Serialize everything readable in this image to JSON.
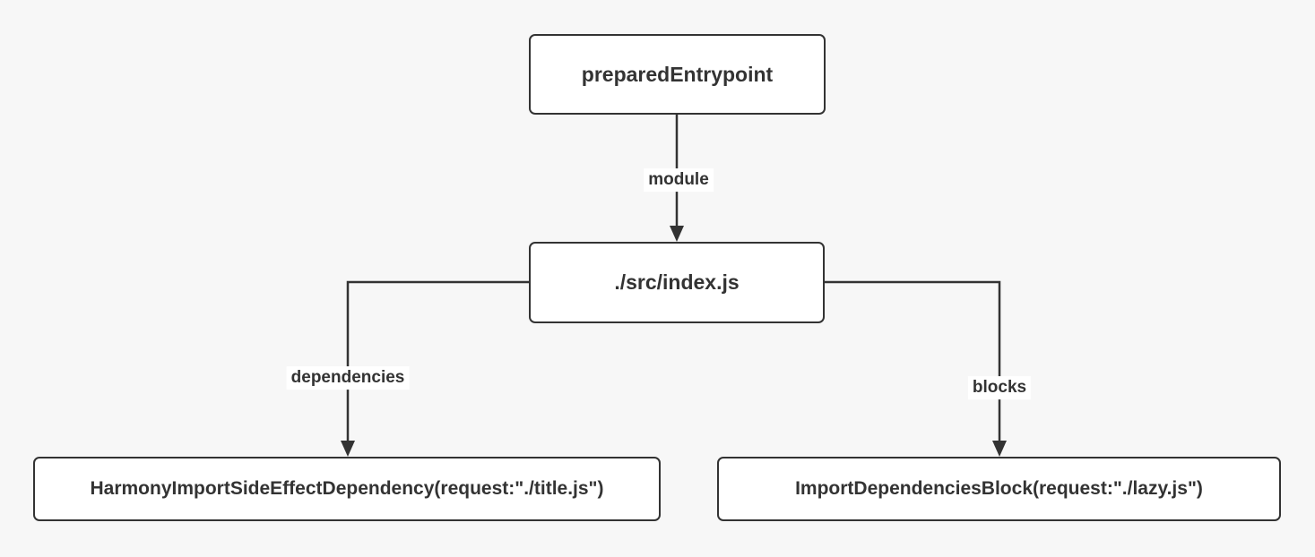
{
  "diagram": {
    "nodes": [
      {
        "id": "preparedEntrypoint",
        "label": "preparedEntrypoint"
      },
      {
        "id": "srcIndex",
        "label": "./src/index.js"
      },
      {
        "id": "harmonyDependency",
        "label": "HarmonyImportSideEffectDependency(request:\"./title.js\")"
      },
      {
        "id": "importBlock",
        "label": "ImportDependenciesBlock(request:\"./lazy.js\")"
      }
    ],
    "edges": [
      {
        "from": "preparedEntrypoint",
        "to": "srcIndex",
        "label": "module"
      },
      {
        "from": "srcIndex",
        "to": "harmonyDependency",
        "label": "dependencies"
      },
      {
        "from": "srcIndex",
        "to": "importBlock",
        "label": "blocks"
      }
    ],
    "colors": {
      "background": "#f7f7f7",
      "node_fill": "#ffffff",
      "stroke": "#333333",
      "text": "#333333",
      "label_bg": "#ffffff"
    }
  }
}
